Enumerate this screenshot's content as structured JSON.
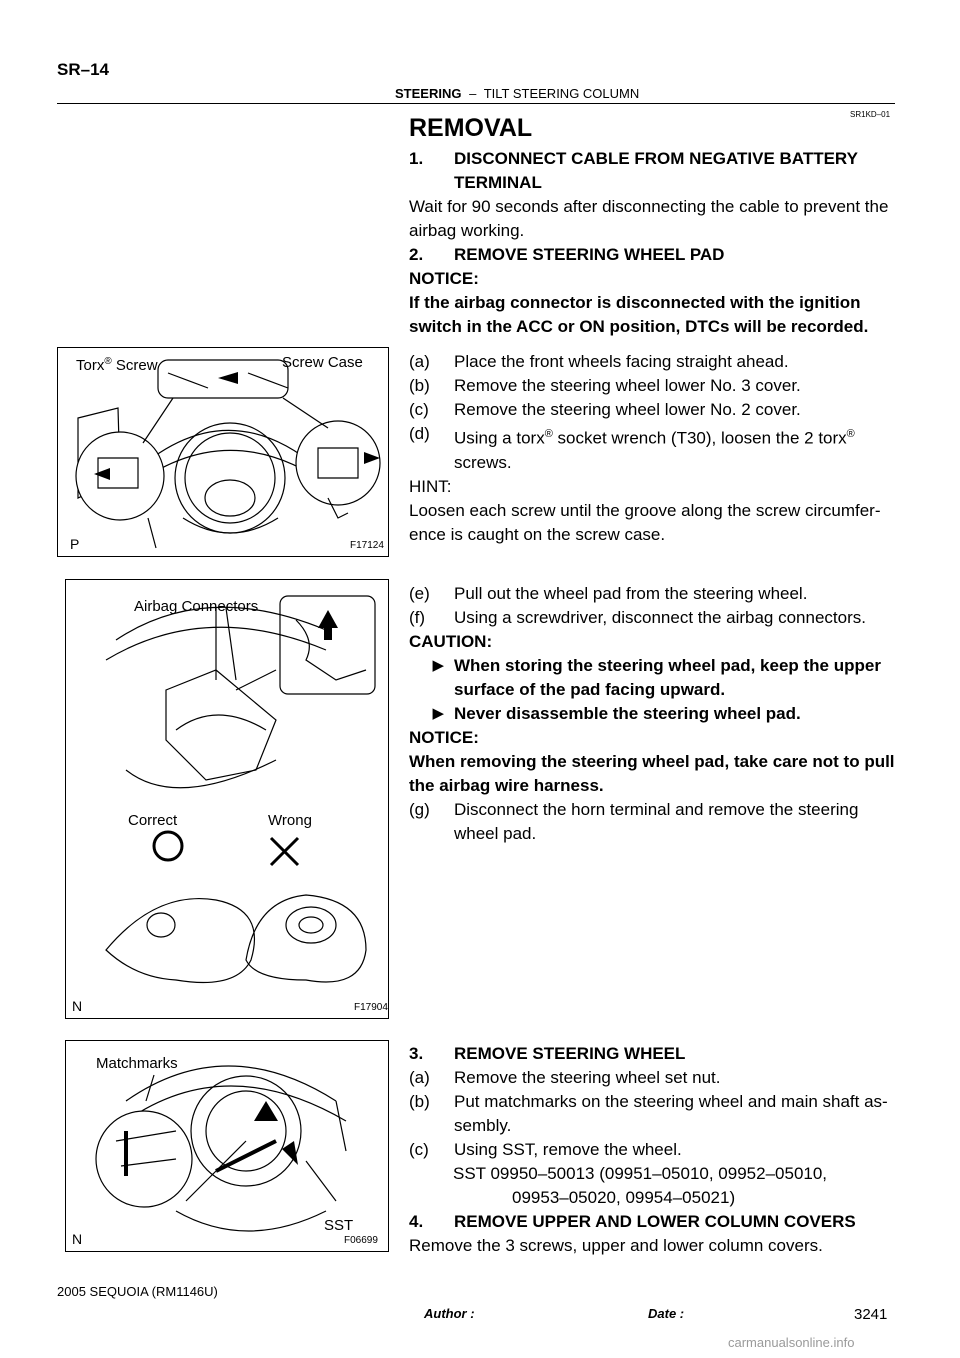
{
  "header": {
    "page_code": "SR–14",
    "section": "STEERING",
    "separator": "–",
    "subsection": "TILT STEERING COLUMN",
    "doc_code": "SR1KD–01"
  },
  "title": "REMOVAL",
  "step1": {
    "num": "1.",
    "text": "DISCONNECT CABLE FROM NEGATIVE BATTERY TERMINAL",
    "body": "Wait for 90 seconds after disconnecting the cable to prevent the airbag working."
  },
  "step2": {
    "num": "2.",
    "text": "REMOVE STEERING WHEEL PAD",
    "notice_label": "NOTICE:",
    "notice_text": "If the airbag connector is disconnected with the ignition switch in the ACC or ON position, DTCs will be recorded.",
    "sub": [
      {
        "n": "(a)",
        "t": "Place the front wheels facing straight ahead."
      },
      {
        "n": "(b)",
        "t": "Remove the steering wheel lower No. 3 cover."
      },
      {
        "n": "(c)",
        "t": "Remove the steering wheel lower No. 2 cover."
      }
    ],
    "d_num": "(d)",
    "d_pre": "Using a torx",
    "d_reg": "®",
    "d_mid": " socket wrench (T30), loosen the 2 torx",
    "d_post": " screws.",
    "hint_label": "HINT:",
    "hint_text": "Loosen each screw until the groove along the screw circumfer- ence is caught on the screw case.",
    "sub2": [
      {
        "n": "(e)",
        "t": "Pull out the wheel pad from the steering wheel."
      },
      {
        "n": "(f)",
        "t": "Using a screwdriver, disconnect the airbag connectors."
      }
    ],
    "caution_label": "CAUTION:",
    "caution_bullet": "▶",
    "cautions": [
      "When storing the steering wheel pad, keep the upper surface of the pad facing upward.",
      "Never disassemble the steering wheel pad."
    ],
    "notice2_label": "NOTICE:",
    "notice2_text": "When removing the steering wheel pad, take care not to pull the airbag wire harness.",
    "g_num": "(g)",
    "g_text": "Disconnect the horn terminal and remove the steering wheel pad."
  },
  "step3": {
    "num": "3.",
    "text": "REMOVE STEERING WHEEL",
    "sub": [
      {
        "n": "(a)",
        "t": "Remove the steering wheel set nut."
      },
      {
        "n": "(b)",
        "t": "Put matchmarks on the steering wheel and main shaft as- sembly."
      },
      {
        "n": "(c)",
        "t": "Using SST, remove the wheel."
      }
    ],
    "sst_line1": "SST   09950–50013 (09951–05010, 09952–05010,",
    "sst_line2": "09953–05020, 09954–05021)"
  },
  "step4": {
    "num": "4.",
    "text": "REMOVE UPPER AND LOWER COLUMN COVERS",
    "body": "Remove the 3 screws, upper and lower column covers."
  },
  "fig1": {
    "label_torx": "Torx",
    "label_reg": "®",
    "label_screw": " Screw",
    "label_case": "Screw Case",
    "corner": "P",
    "id": "F17124"
  },
  "fig2": {
    "label_connectors": "Airbag Connectors",
    "label_correct": "Correct",
    "label_wrong": "Wrong",
    "corner": "N",
    "id": "F17904"
  },
  "fig3": {
    "label_matchmarks": "Matchmarks",
    "label_sst": "SST",
    "corner": "N",
    "id": "F06699"
  },
  "footer": {
    "model": "2005 SEQUOIA   (RM1146U)",
    "author_label": "Author :",
    "date_label": "Date :",
    "page_total": "3241",
    "watermark": "carmanualsonline.info"
  }
}
